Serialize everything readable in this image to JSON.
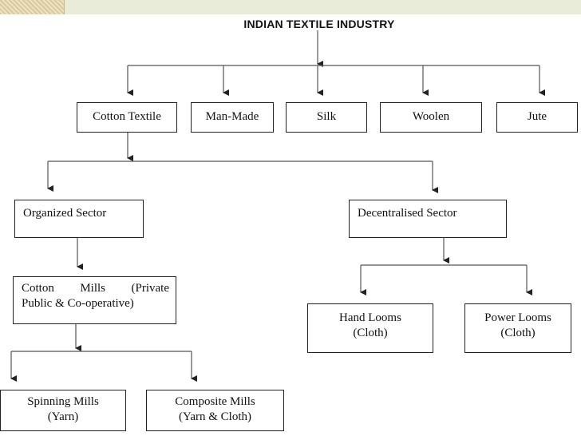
{
  "title": "INDIAN TEXTILE INDUSTRY",
  "categories": [
    "Cotton Textile",
    "Man-Made",
    "Silk",
    "Woolen",
    "Jute"
  ],
  "sectors": {
    "organized": "Organized Sector",
    "decentralised": "Decentralised Sector"
  },
  "cotton_mills": {
    "line1": "Cotton Mills (Private",
    "line2": "Public & Co-operative)"
  },
  "looms": {
    "hand": {
      "line1": "Hand Looms",
      "line2": "(Cloth)"
    },
    "power": {
      "line1": "Power Looms",
      "line2": "(Cloth)"
    }
  },
  "mills": {
    "spinning": {
      "line1": "Spinning Mills",
      "line2": "(Yarn)"
    },
    "composite": {
      "line1": "Composite Mills",
      "line2": "(Yarn & Cloth)"
    }
  }
}
